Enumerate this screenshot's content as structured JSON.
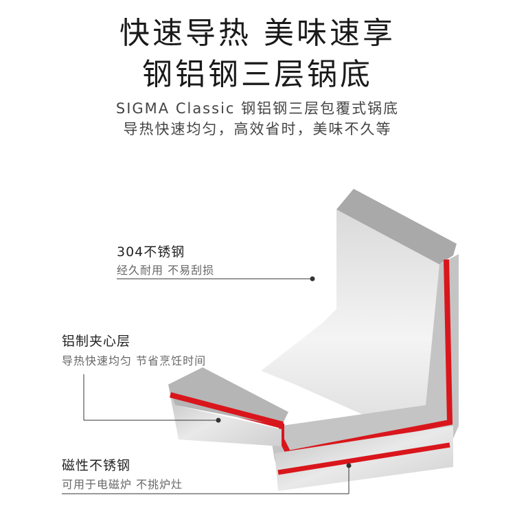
{
  "headline": {
    "line1": "快速导热 美味速享",
    "line2": "钢铝钢三层锅底"
  },
  "subtitle": {
    "line1": "SIGMA Classic 钢铝钢三层包覆式锅底",
    "line2": "导热快速均匀，高效省时，美味不久等"
  },
  "callouts": [
    {
      "title": "304不锈钢",
      "desc": "经久耐用 不易刮损"
    },
    {
      "title": "铝制夹心层",
      "desc": "导热快速均匀 节省烹饪时间"
    },
    {
      "title": "磁性不锈钢",
      "desc": "可用于电磁炉 不挑炉灶"
    }
  ],
  "colors": {
    "steel": "#c9c9c9",
    "aluminum_layer": "#d9161c"
  }
}
